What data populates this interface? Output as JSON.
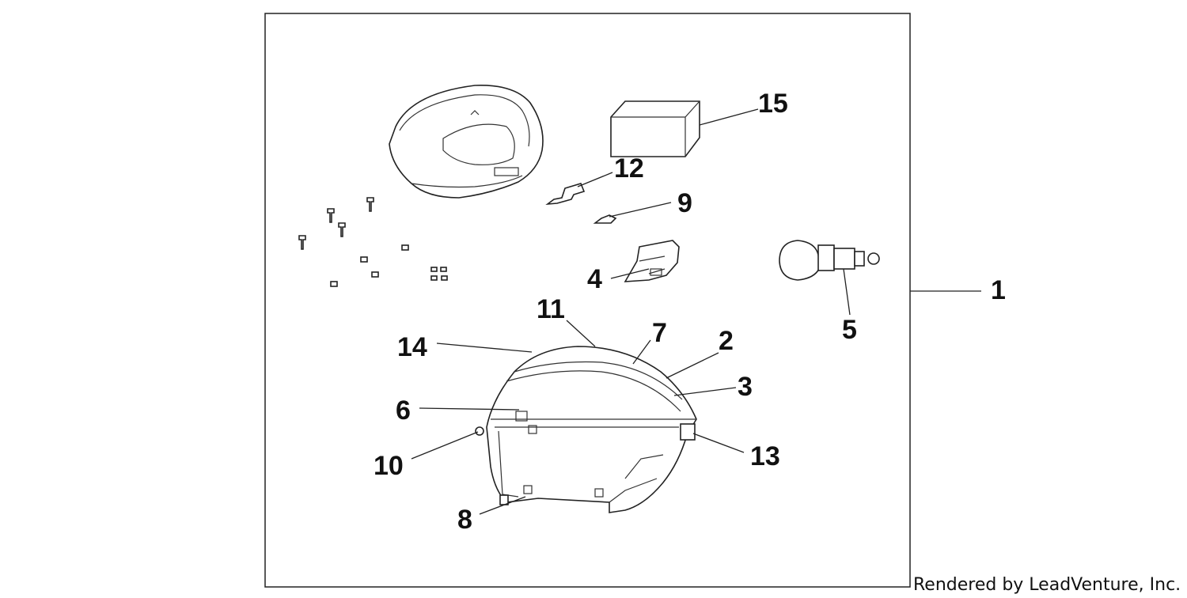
{
  "diagram": {
    "callouts": [
      {
        "id": "1",
        "label": "1"
      },
      {
        "id": "2",
        "label": "2"
      },
      {
        "id": "3",
        "label": "3"
      },
      {
        "id": "4",
        "label": "4"
      },
      {
        "id": "5",
        "label": "5"
      },
      {
        "id": "6",
        "label": "6"
      },
      {
        "id": "7",
        "label": "7"
      },
      {
        "id": "8",
        "label": "8"
      },
      {
        "id": "9",
        "label": "9"
      },
      {
        "id": "10",
        "label": "10"
      },
      {
        "id": "11",
        "label": "11"
      },
      {
        "id": "12",
        "label": "12"
      },
      {
        "id": "13",
        "label": "13"
      },
      {
        "id": "14",
        "label": "14"
      },
      {
        "id": "15",
        "label": "15"
      }
    ],
    "credit": "Rendered by LeadVenture, Inc."
  }
}
